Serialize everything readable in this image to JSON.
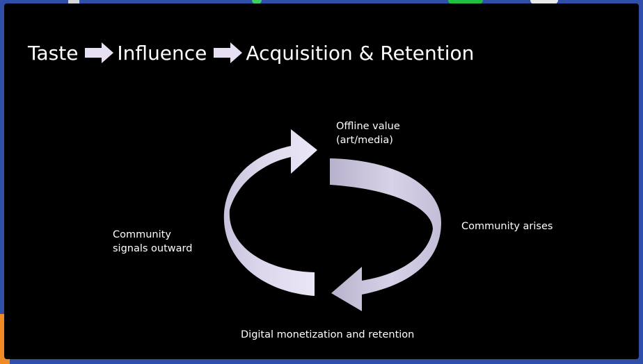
{
  "title": {
    "steps": [
      "Taste",
      "Influence",
      "Acquisition & Retention"
    ],
    "arrow_icon": "right-arrow-icon"
  },
  "cycle": {
    "top_label": [
      "Offline value",
      "(art/media)"
    ],
    "right_label": "Community arises",
    "bottom_label": "Digital monetization and retention",
    "left_label": [
      "Community",
      "signals outward"
    ]
  },
  "colors": {
    "background": "#000000",
    "text": "#ffffff",
    "arrow_fill": "#e6e0f2",
    "arrow_shadow": "#a9a2bf"
  }
}
